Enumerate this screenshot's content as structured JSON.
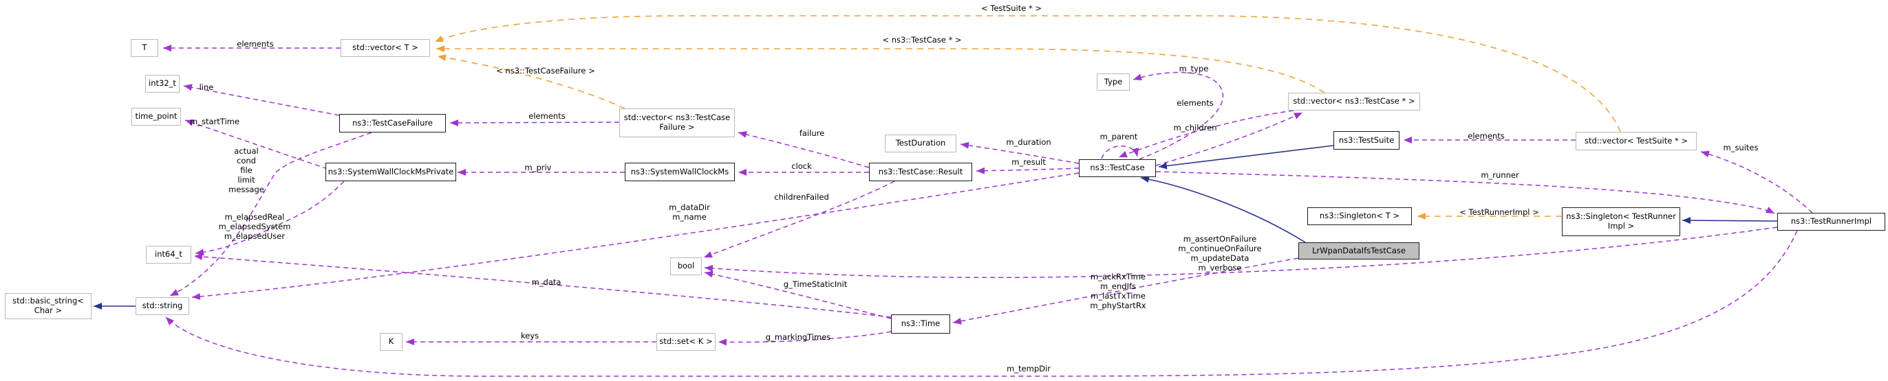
{
  "diagram": {
    "kind": "doxygen-collaboration-graph",
    "focus_class": "LrWpanDataIfsTestCase",
    "colors": {
      "usage_edge": "#9c35ce",
      "template_edge": "#eda338",
      "inheritance_edge": "#283488",
      "node_border_light": "#b9b9b9",
      "node_border_dark": "#1a1a1a",
      "focus_fill": "#bfbfbf",
      "background": "#ffffff"
    }
  },
  "nodes": {
    "t": {
      "label": "T"
    },
    "vector_t": {
      "label": "std::vector< T >"
    },
    "int32": {
      "label": "int32_t"
    },
    "time_point": {
      "label": "time_point"
    },
    "test_case_failure": {
      "label": "ns3::TestCaseFailure"
    },
    "vector_tcf": {
      "label": "std::vector< ns3::TestCase\nFailure >"
    },
    "swcmp": {
      "label": "ns3::SystemWallClockMsPrivate"
    },
    "swcm": {
      "label": "ns3::SystemWallClockMs"
    },
    "test_duration": {
      "label": "TestDuration"
    },
    "result": {
      "label": "ns3::TestCase::Result"
    },
    "type": {
      "label": "Type"
    },
    "vector_tc": {
      "label": "std::vector< ns3::TestCase * >"
    },
    "test_case": {
      "label": "ns3::TestCase"
    },
    "test_suite": {
      "label": "ns3::TestSuite"
    },
    "vector_ts": {
      "label": "std::vector< TestSuite * >"
    },
    "singleton_t": {
      "label": "ns3::Singleton< T >"
    },
    "singleton_tri": {
      "label": "ns3::Singleton< TestRunner\nImpl >"
    },
    "lr_wpan": {
      "label": "LrWpanDataIfsTestCase"
    },
    "tri": {
      "label": "ns3::TestRunnerImpl"
    },
    "bool": {
      "label": "bool"
    },
    "int64": {
      "label": "int64_t"
    },
    "basic_string": {
      "label": "std::basic_string<\nChar >"
    },
    "string": {
      "label": "std::string"
    },
    "k": {
      "label": "K"
    },
    "set_k": {
      "label": "std::set< K >"
    },
    "time": {
      "label": "ns3::Time"
    }
  },
  "edge_labels": {
    "elements_t": "elements",
    "tpl_test_suite": "< TestSuite * >",
    "tpl_test_case": "< ns3::TestCase * >",
    "tpl_tcf": "< ns3::TestCaseFailure >",
    "line": "line",
    "m_start_time": "m_startTime",
    "elements_tcf": "elements",
    "tcf_members": "actual\ncond\nfile\nlimit\nmessage",
    "m_priv": "m_priv",
    "failure": "failure",
    "clock": "clock",
    "m_duration": "m_duration",
    "m_result": "m_result",
    "m_parent": "m_parent",
    "m_type": "m_type",
    "elements_tc": "elements",
    "m_children": "m_children",
    "elements_ts": "elements",
    "m_suites": "m_suites",
    "m_runner": "m_runner",
    "tpl_tri": "< TestRunnerImpl >",
    "tri_flags": "m_assertOnFailure\nm_continueOnFailure\nm_updateData\nm_verbose",
    "children_failed": "childrenFailed",
    "tc_strings": "m_dataDir\nm_name",
    "g_time_static_init": "g_TimeStaticInit",
    "swcmp_elapsed": "m_elapsedReal\nm_elapsedSystem\nm_elapsedUser",
    "m_data": "m_data",
    "keys": "keys",
    "g_marking_times": "g_markingTimes",
    "lr_times": "m_ackRxTime\nm_endIfs\nm_lastTxTime\nm_phyStartRx",
    "m_temp_dir": "m_tempDir"
  }
}
